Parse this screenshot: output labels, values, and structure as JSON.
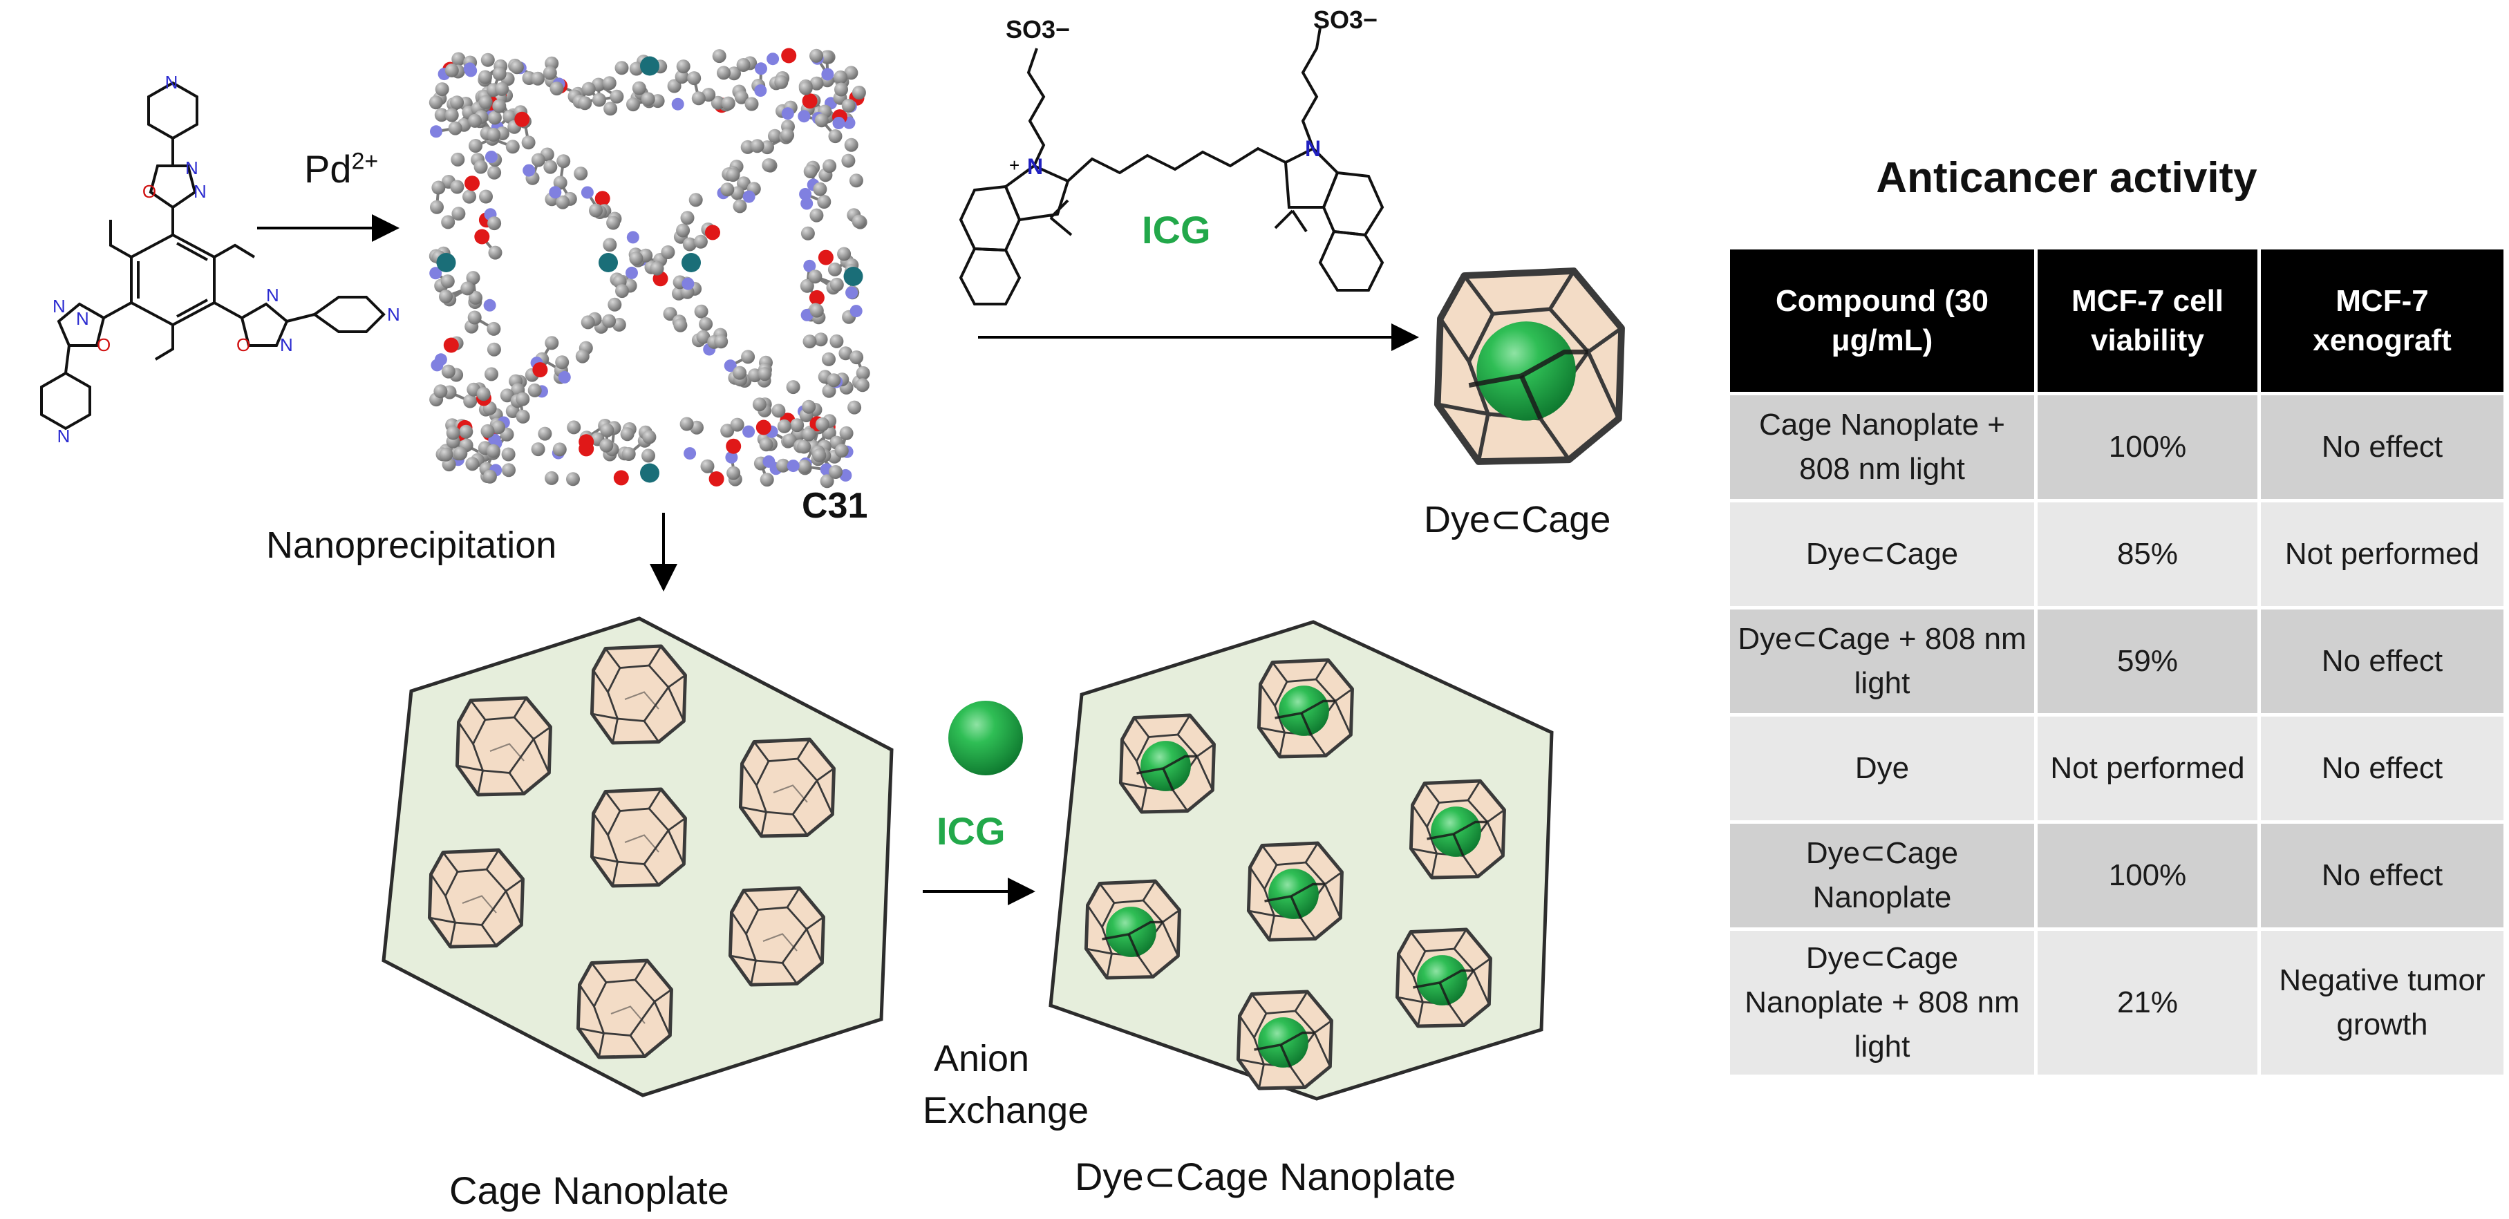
{
  "labels": {
    "pd_reagent": "Pd",
    "pd_charge": "2+",
    "cage_name": "C31",
    "nanoprecipitation": "Nanoprecipitation",
    "dye_name": "ICG",
    "ion_group": "SO3−",
    "ion_group_left": "SO3−",
    "dye_in_cage": "Dye⊂Cage",
    "icg_small": "ICG",
    "anion_exchange_1": "Anion",
    "anion_exchange_2": "Exchange",
    "cage_nanoplate": "Cage Nanoplate",
    "dye_cage_nanoplate": "Dye⊂Cage Nanoplate"
  },
  "table": {
    "title": "Anticancer activity",
    "headers": [
      "Compound (30 μg/mL)",
      "MCF-7 cell viability",
      "MCF-7 xenograft"
    ],
    "rows": [
      [
        "Cage Nanoplate + 808 nm light",
        "100%",
        "No effect"
      ],
      [
        "Dye⊂Cage",
        "85%",
        "Not performed"
      ],
      [
        "Dye⊂Cage + 808 nm light",
        "59%",
        "No effect"
      ],
      [
        "Dye",
        "Not performed",
        "No effect"
      ],
      [
        "Dye⊂Cage Nanoplate",
        "100%",
        "No effect"
      ],
      [
        "Dye⊂Cage Nanoplate + 808 nm light",
        "21%",
        "Negative tumor growth"
      ]
    ]
  },
  "colors": {
    "dye_green": "#22a84a",
    "plate_fill": "#e6eedc",
    "cage_fill": "#f3dcc6",
    "atom_grey": "#8c8c8c",
    "atom_red": "#e01818",
    "atom_blue": "#8080e0",
    "atom_teal": "#1a6e78"
  }
}
